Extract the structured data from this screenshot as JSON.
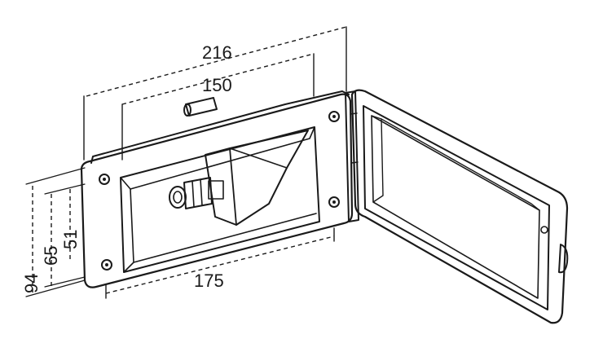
{
  "dimensions": {
    "width_outer": "216",
    "width_inner": "150",
    "width_bottom": "175",
    "height_outer": "94",
    "height_mid": "65",
    "height_inner": "51"
  }
}
